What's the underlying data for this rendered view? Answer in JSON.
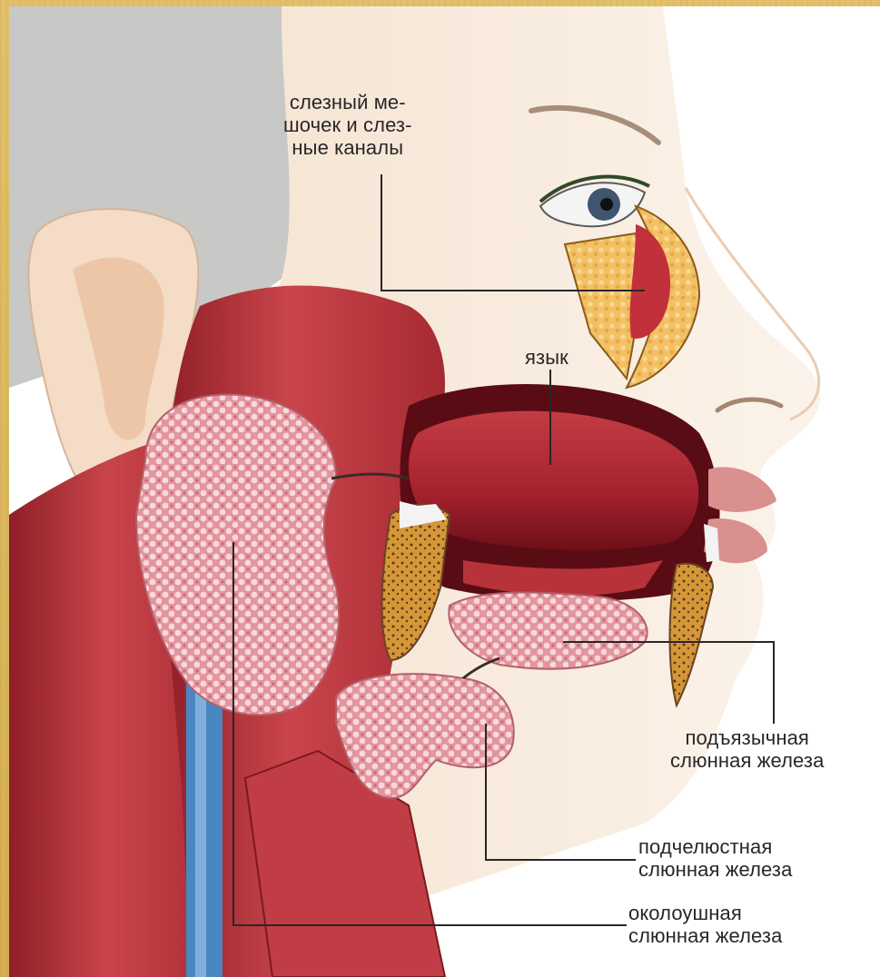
{
  "labels": {
    "lacrimal": [
      "слезный ме-",
      "шочек и слез-",
      "ные каналы"
    ],
    "tongue": "язык",
    "sublingual": [
      "подъязычная",
      "слюнная железа"
    ],
    "submandibular": [
      "подчелюстная",
      "слюнная железа"
    ],
    "parotid": [
      "околоушная",
      "слюнная железа"
    ]
  },
  "colors": {
    "background_frame": "#d8b45a",
    "skin": "#f7ead8",
    "muscle": "#b8323a",
    "gland": "#e8a7ad",
    "gland_dots": "#f7dadc",
    "tongue": "#a3222e",
    "bone": "#c8872a",
    "vessel": "#4a86c2",
    "leader_line": "#2a2628"
  }
}
